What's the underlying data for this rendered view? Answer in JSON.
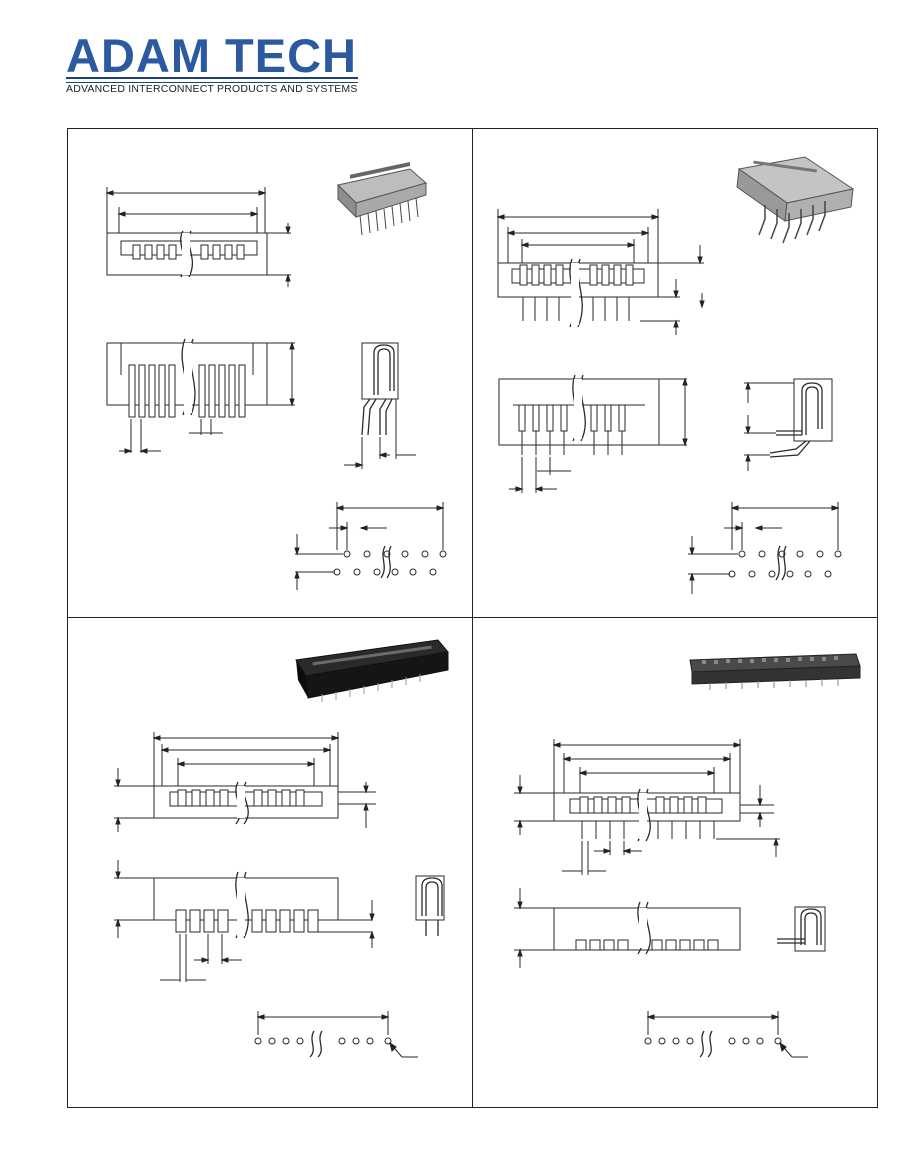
{
  "header": {
    "logo_text": "ADAM TECH",
    "tagline": "ADVANCED INTERCONNECT PRODUCTS AND SYSTEMS"
  },
  "colors": {
    "logo_blue": "#2c5aa0",
    "stripe_blue": "#1d3f7a",
    "line": "#2a2a2a"
  },
  "panels": [
    {
      "name": "top-left",
      "photo": "right-angle connector photo"
    },
    {
      "name": "top-right",
      "photo": "right-angle connector photo"
    },
    {
      "name": "bottom-left",
      "photo": "vertical connector photo"
    },
    {
      "name": "bottom-right",
      "photo": "vertical connector photo"
    }
  ]
}
